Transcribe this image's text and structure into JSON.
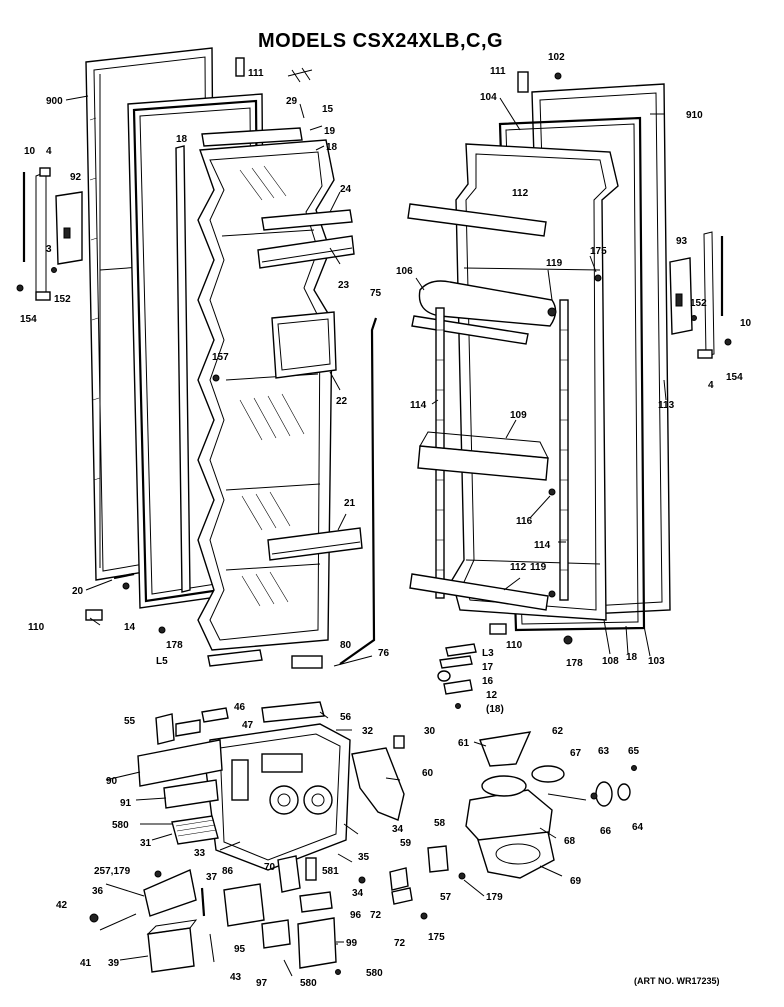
{
  "title": "MODELS CSX24XLB,C,G",
  "art_number": "(ART NO. WR17235)",
  "callouts": [
    "900",
    "29",
    "15",
    "19",
    "18",
    "18",
    "10",
    "4",
    "92",
    "3",
    "152",
    "154",
    "24",
    "23",
    "157",
    "22",
    "75",
    "21",
    "20",
    "110",
    "14",
    "178",
    "L5",
    "80",
    "76",
    "102",
    "111",
    "111",
    "104",
    "910",
    "112",
    "175",
    "119",
    "106",
    "93",
    "152",
    "154",
    "10",
    "4",
    "113",
    "114",
    "109",
    "116",
    "114",
    "112",
    "119",
    "110",
    "178",
    "108",
    "18",
    "103",
    "L3",
    "17",
    "16",
    "12",
    "(18)",
    "55",
    "46",
    "47",
    "56",
    "32",
    "30",
    "61",
    "62",
    "67",
    "63",
    "65",
    "90",
    "60",
    "91",
    "580",
    "31",
    "33",
    "34",
    "35",
    "59",
    "58",
    "66",
    "64",
    "68",
    "257,179",
    "70",
    "86",
    "581",
    "36",
    "37",
    "42",
    "39",
    "41",
    "95",
    "43",
    "97",
    "96",
    "72",
    "72",
    "175",
    "57",
    "179",
    "69",
    "99",
    "580",
    "580",
    "34"
  ]
}
